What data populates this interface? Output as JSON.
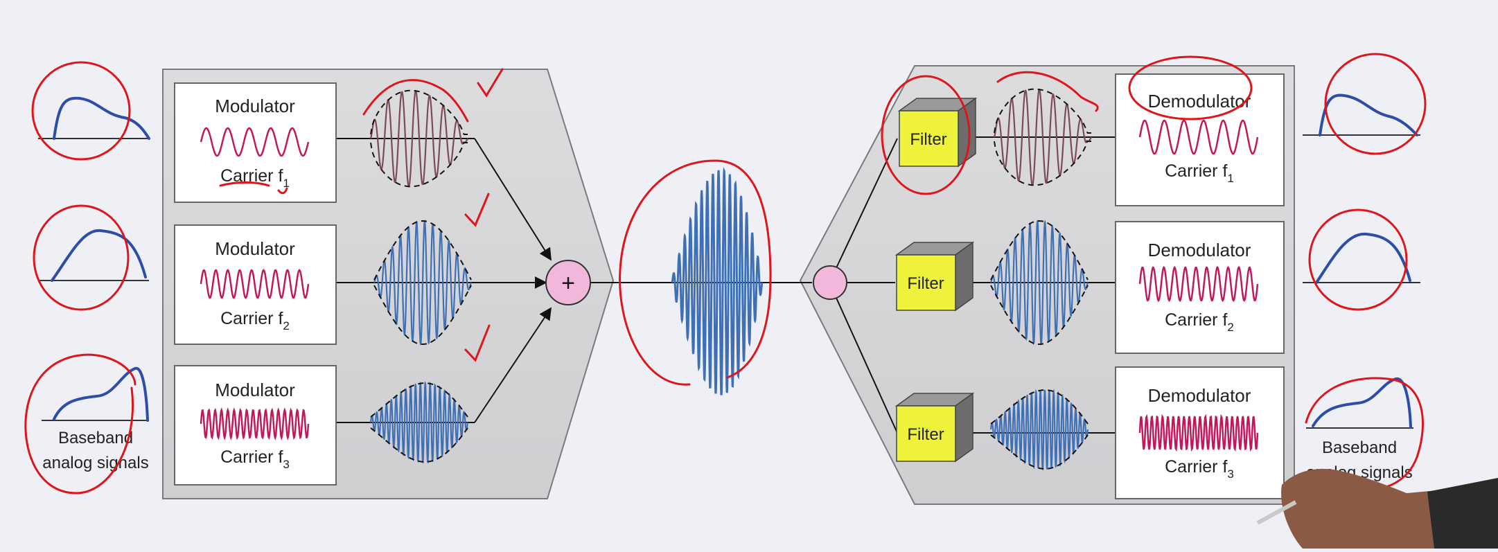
{
  "labels": {
    "modulator": "Modulator",
    "demodulator": "Demodulator",
    "filter": "Filter",
    "carrier": "Carrier f",
    "baseband_line1": "Baseband",
    "baseband_line2": "analog signals",
    "sum_symbol": "+"
  },
  "channels": [
    {
      "subscript": "1"
    },
    {
      "subscript": "2"
    },
    {
      "subscript": "3"
    }
  ],
  "colors": {
    "background": "#eef0f6",
    "panel": "#d6d6d8",
    "panel_border": "#7a7a7a",
    "box": "#ffffff",
    "carrier_wave": "#c2185b",
    "modulated_wave": "#3f6fb5",
    "baseband_curve": "#2c4da8",
    "filter_face": "#eef23a",
    "node": "#f2b8dc",
    "annotation": "#e0141b"
  }
}
